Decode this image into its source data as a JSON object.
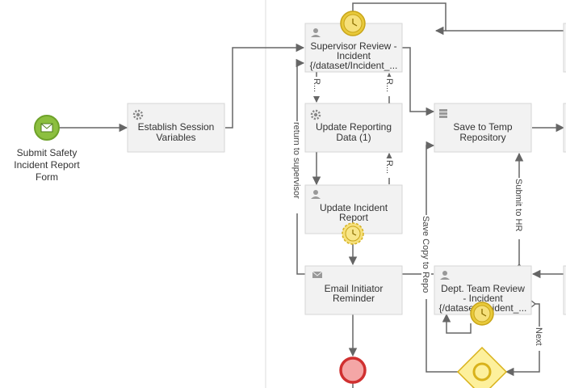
{
  "colors": {
    "task_fill": "#f2f2f2",
    "task_border": "#d6d6d6",
    "flow_line": "#666666",
    "start_event": "#8cbf3f",
    "end_event": "#e05050",
    "timer_gold": "#e8c93a",
    "gateway_fill": "#fdf09c",
    "gateway_stroke": "#d9b21a",
    "swimlane_divider": "#dcdcdc"
  },
  "start_event": {
    "icon": "envelope-icon",
    "label": [
      "Submit Safety",
      "Incident Report",
      "Form"
    ]
  },
  "tasks": {
    "establish_session": {
      "icon": "gear-icon",
      "label": [
        "Establish Session",
        "Variables"
      ]
    },
    "supervisor_review": {
      "icon": "user-icon",
      "label": [
        "Supervisor Review -",
        "Incident",
        "{/dataset/Incident_..."
      ]
    },
    "update_reporting": {
      "icon": "gear-icon",
      "label": [
        "Update Reporting",
        "Data (1)"
      ]
    },
    "update_incident": {
      "icon": "user-icon",
      "label": [
        "Update Incident",
        "Report"
      ]
    },
    "email_initiator": {
      "icon": "envelope-icon",
      "label": [
        "Email Initiator",
        "Reminder"
      ]
    },
    "save_temp": {
      "icon": "database-icon",
      "label": [
        "Save to Temp",
        "Repository"
      ]
    },
    "dept_team_review": {
      "icon": "user-icon",
      "label": [
        "Dept. Team Review",
        "- Incident",
        "{/dataset/Incident_..."
      ]
    }
  },
  "edge_labels": {
    "r1": "R...",
    "r2": "R...",
    "r3": "R...",
    "return_to_supervisor": "return to supervisor",
    "submit_to_hr": "Submit to HR",
    "save_copy_to_repo": "Save Copy to Repo",
    "next": "Next"
  }
}
